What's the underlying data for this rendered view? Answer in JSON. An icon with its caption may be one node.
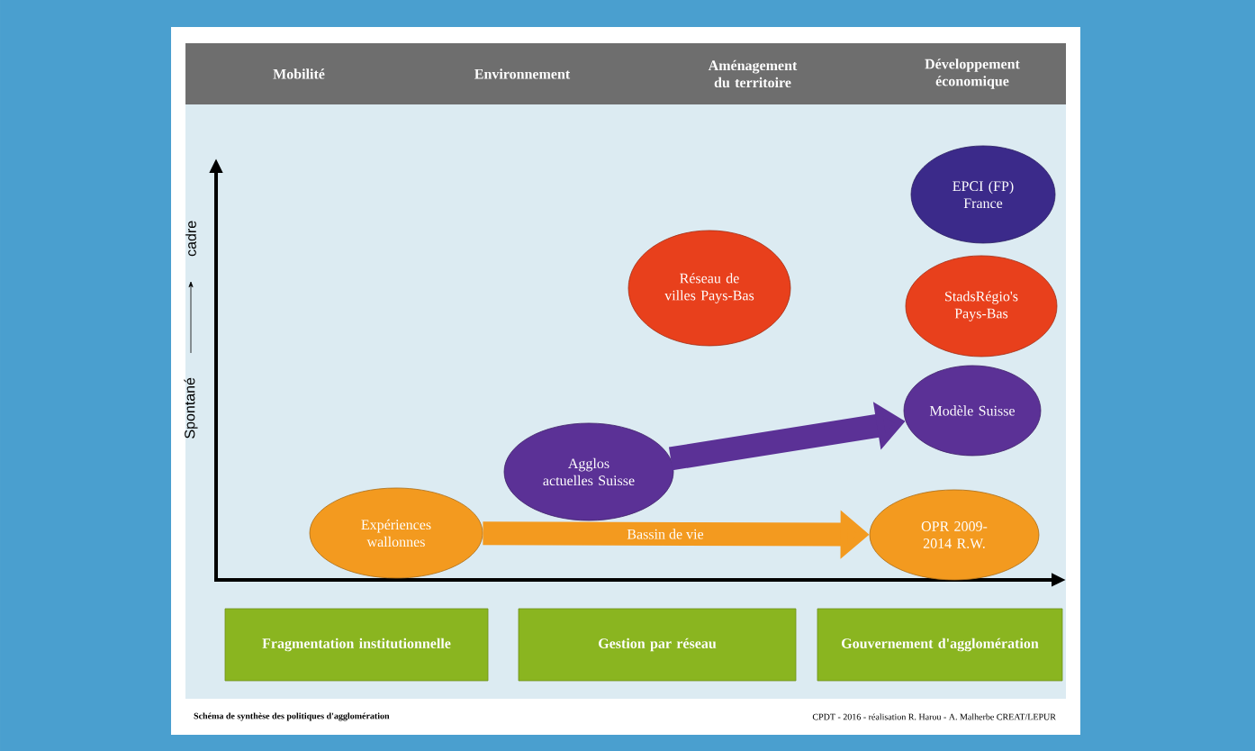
{
  "diagram": {
    "nodes": [
      {
        "text": [
          "Expériences wallonnes"
        ]
      },
      {
        "text": [
          "Agglos actuelles Suisse"
        ]
      },
      {
        "text": [
          "Réseau de villes Pays-Bas"
        ]
      },
      {
        "text": [
          "EPCI (FP) France"
        ]
      },
      {
        "text": [
          "StadsRégio's Pays-Bas"
        ]
      },
      {
        "text": [
          "Modèle Suisse"
        ]
      },
      {
        "text": [
          "OPR 2009-2014 R.W."
        ]
      },
      {
        "text": [
          "Fragmentation institutionnelle"
        ]
      },
      {
        "text": [
          "Gestion par réseau"
        ]
      },
      {
        "text": [
          "Gouvernement d'agglomération"
        ]
      }
    ],
    "edges": [
      {
        "from": 0,
        "to": 6,
        "arrow": "to",
        "label": "Bassin de vie",
        "color": "#f39a1f"
      },
      {
        "from": 1,
        "to": 5,
        "arrow": "to",
        "color": "#5b3196"
      }
    ],
    "labels": [
      "Mobilité",
      "Environnement",
      "Aménagement du territoire",
      "Développement économique",
      "Spontané",
      "cadre",
      "Schéma de synthèse des politiques d'agglomération",
      "CPDT - 2016 - réalisation R. Harou - A. Malherbe CREAT/LEPUR"
    ]
  }
}
